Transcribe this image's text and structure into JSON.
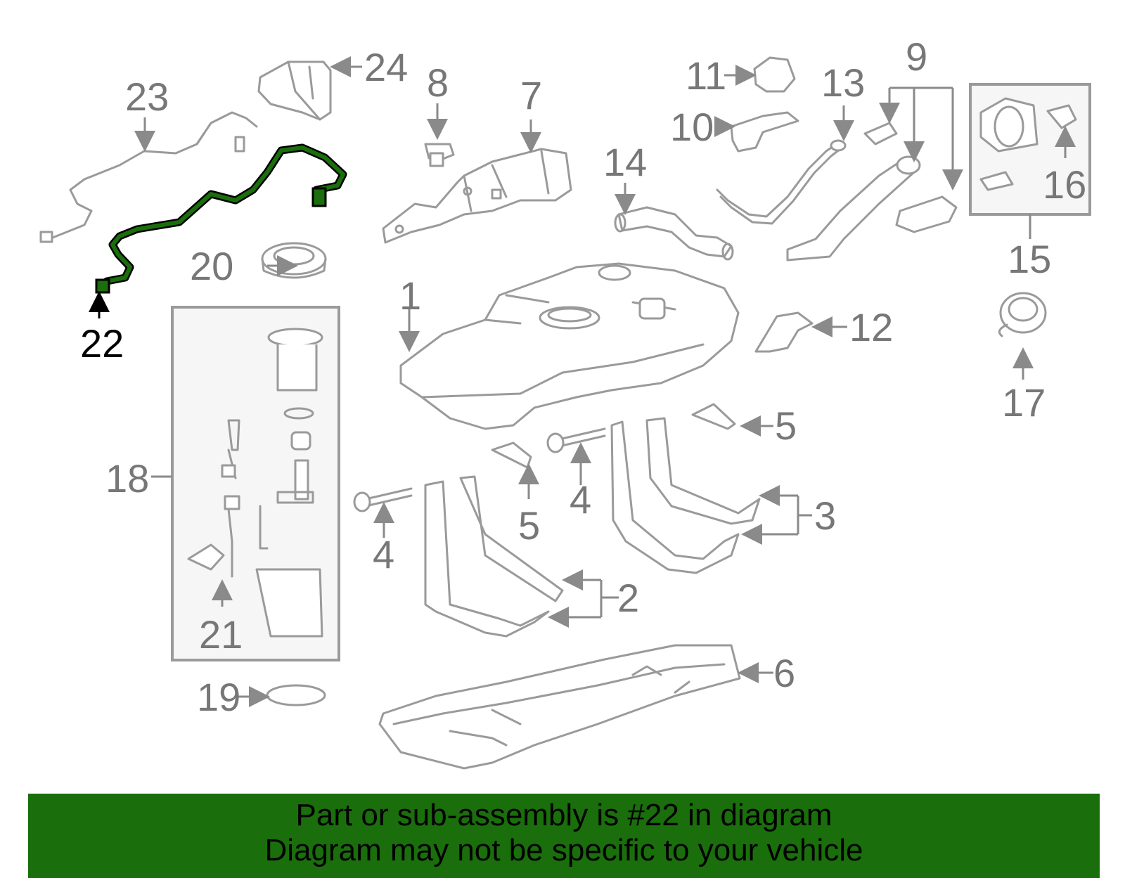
{
  "diagram": {
    "highlight_color": "#1a6e0c",
    "highlighted_part": "22",
    "callouts": [
      {
        "id": "1",
        "text": "1"
      },
      {
        "id": "2",
        "text": "2"
      },
      {
        "id": "3",
        "text": "3"
      },
      {
        "id": "4a",
        "text": "4"
      },
      {
        "id": "4b",
        "text": "4"
      },
      {
        "id": "5a",
        "text": "5"
      },
      {
        "id": "5b",
        "text": "5"
      },
      {
        "id": "6",
        "text": "6"
      },
      {
        "id": "7",
        "text": "7"
      },
      {
        "id": "8",
        "text": "8"
      },
      {
        "id": "9",
        "text": "9"
      },
      {
        "id": "10",
        "text": "10"
      },
      {
        "id": "11",
        "text": "11"
      },
      {
        "id": "12",
        "text": "12"
      },
      {
        "id": "13",
        "text": "13"
      },
      {
        "id": "14",
        "text": "14"
      },
      {
        "id": "15",
        "text": "15"
      },
      {
        "id": "16",
        "text": "16"
      },
      {
        "id": "17",
        "text": "17"
      },
      {
        "id": "18",
        "text": "18"
      },
      {
        "id": "19",
        "text": "19"
      },
      {
        "id": "20",
        "text": "20"
      },
      {
        "id": "21",
        "text": "21"
      },
      {
        "id": "22",
        "text": "22"
      },
      {
        "id": "23",
        "text": "23"
      },
      {
        "id": "24",
        "text": "24"
      }
    ]
  },
  "banner": {
    "line1": "Part or sub-assembly is #22 in diagram",
    "line2": "Diagram may not be specific to your vehicle",
    "background": "#1a6e0c"
  }
}
